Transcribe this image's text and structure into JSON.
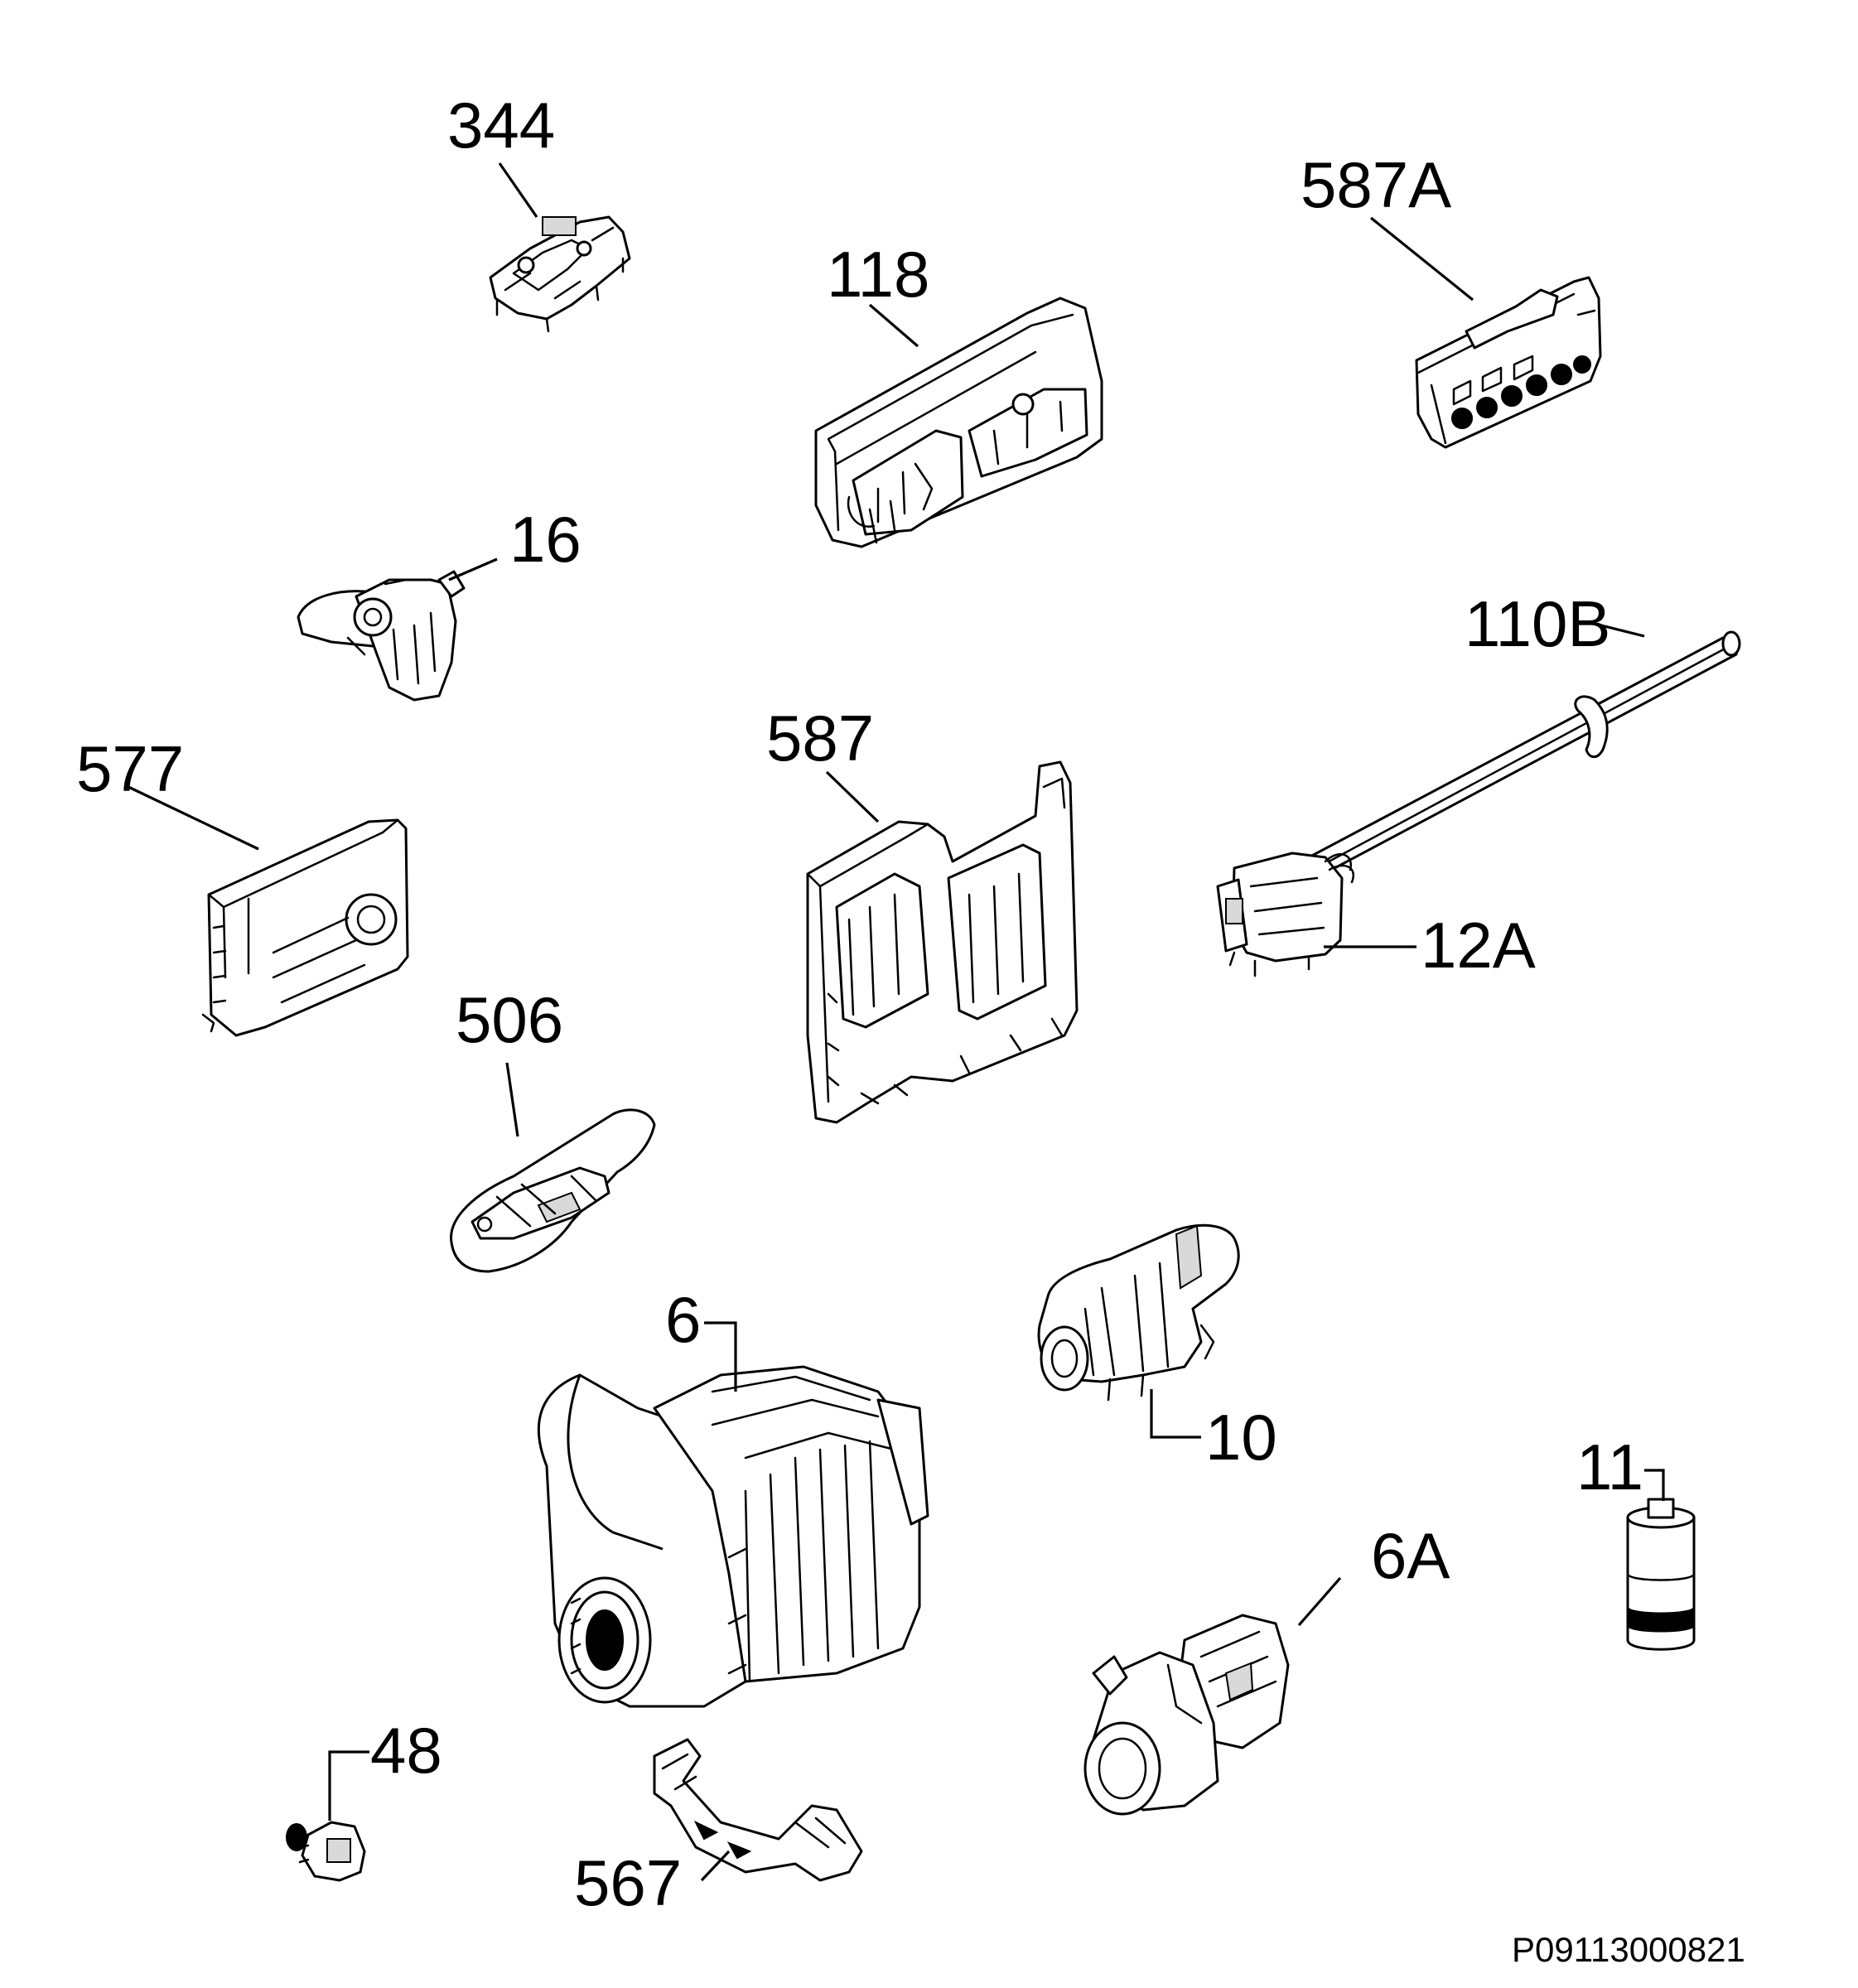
{
  "parts": [
    {
      "id": "344",
      "label": "344"
    },
    {
      "id": "118",
      "label": "118"
    },
    {
      "id": "587A",
      "label": "587A"
    },
    {
      "id": "16",
      "label": "16"
    },
    {
      "id": "110B",
      "label": "110B"
    },
    {
      "id": "577",
      "label": "577"
    },
    {
      "id": "587",
      "label": "587"
    },
    {
      "id": "12A",
      "label": "12A"
    },
    {
      "id": "506",
      "label": "506"
    },
    {
      "id": "6",
      "label": "6"
    },
    {
      "id": "10",
      "label": "10"
    },
    {
      "id": "11",
      "label": "11"
    },
    {
      "id": "6A",
      "label": "6A"
    },
    {
      "id": "48",
      "label": "48"
    },
    {
      "id": "567",
      "label": "567"
    }
  ],
  "drawing_ref": "P09113000821"
}
